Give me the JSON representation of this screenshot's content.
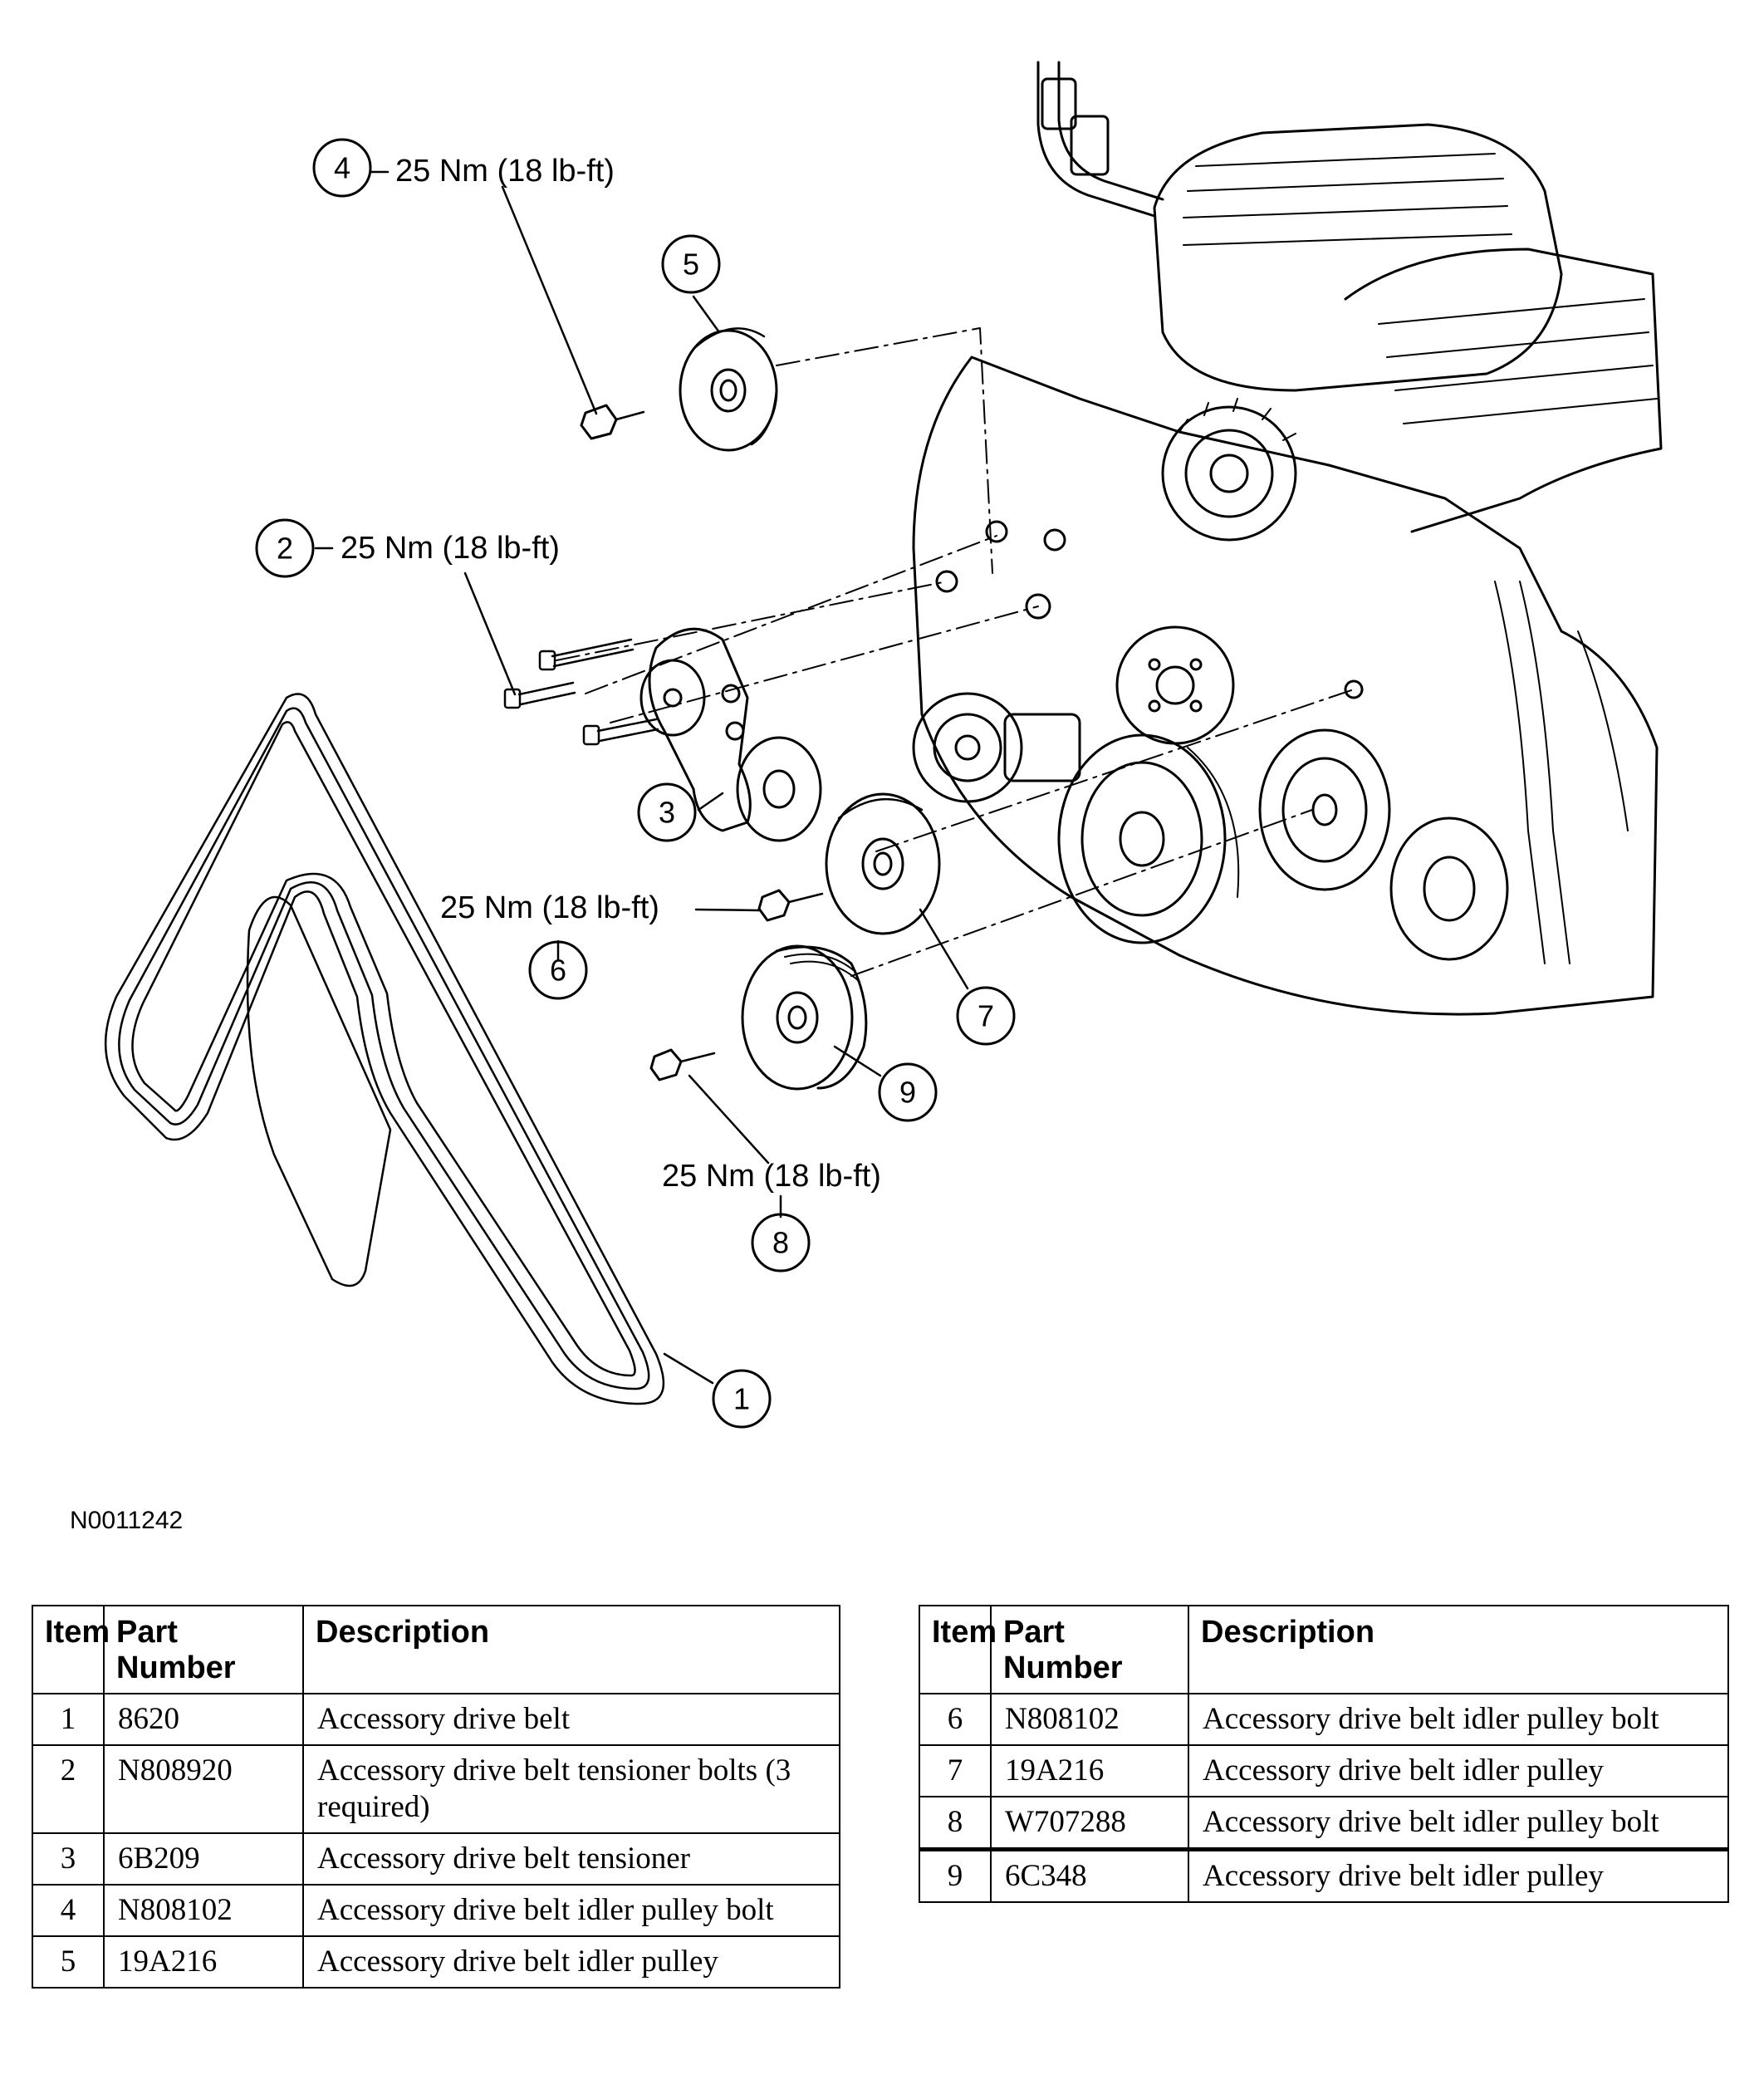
{
  "diagram": {
    "callouts": [
      {
        "id": "1",
        "number": "1",
        "label": ""
      },
      {
        "id": "2",
        "number": "2",
        "label": "25 Nm (18 lb-ft)"
      },
      {
        "id": "3",
        "number": "3",
        "label": ""
      },
      {
        "id": "4",
        "number": "4",
        "label": "25 Nm (18 lb-ft)"
      },
      {
        "id": "5",
        "number": "5",
        "label": ""
      },
      {
        "id": "6",
        "number": "6",
        "label": "25 Nm (18 lb-ft)"
      },
      {
        "id": "7",
        "number": "7",
        "label": ""
      },
      {
        "id": "8",
        "number": "8",
        "label": "25 Nm (18 lb-ft)"
      },
      {
        "id": "9",
        "number": "9",
        "label": ""
      }
    ],
    "figure_id": "N0011242"
  },
  "tables": {
    "headers": {
      "item": "Item",
      "part_number": "Part Number",
      "description": "Description"
    },
    "left": [
      {
        "item": "1",
        "part": "8620",
        "desc": "Accessory drive belt"
      },
      {
        "item": "2",
        "part": "N808920",
        "desc": "Accessory drive belt tensioner bolts (3 required)"
      },
      {
        "item": "3",
        "part": "6B209",
        "desc": "Accessory drive belt tensioner"
      },
      {
        "item": "4",
        "part": "N808102",
        "desc": "Accessory drive belt idler pulley bolt"
      },
      {
        "item": "5",
        "part": "19A216",
        "desc": "Accessory drive belt idler pulley"
      }
    ],
    "right": [
      {
        "item": "6",
        "part": "N808102",
        "desc": "Accessory drive belt idler pulley bolt"
      },
      {
        "item": "7",
        "part": "19A216",
        "desc": "Accessory drive belt idler pulley"
      },
      {
        "item": "8",
        "part": "W707288",
        "desc": "Accessory drive belt idler pulley bolt"
      },
      {
        "item": "9",
        "part": "6C348",
        "desc": "Accessory drive belt idler pulley"
      }
    ]
  }
}
